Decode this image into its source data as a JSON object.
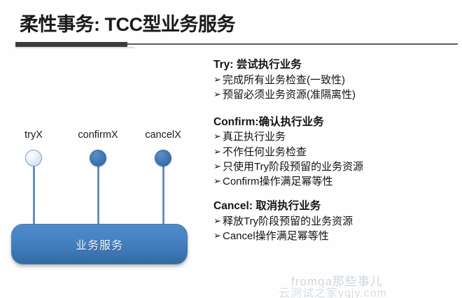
{
  "slide": {
    "title": "柔性事务: TCC型业务服务",
    "background_color": "#fefefe",
    "accent_color": "#3f76b4",
    "rule_color": "#3a3a3a"
  },
  "diagram": {
    "service_box": {
      "label": "业务服务",
      "fill_color": "#4684c4"
    },
    "interfaces": [
      {
        "label": "tryX",
        "style": "hollow",
        "dot_color": "#d8e7f7"
      },
      {
        "label": "confirmX",
        "style": "solid",
        "dot_color": "#3f76b4"
      },
      {
        "label": "cancelX",
        "style": "solid",
        "dot_color": "#3f76b4"
      }
    ]
  },
  "content": {
    "bullet_glyph": "➢",
    "sections": [
      {
        "heading": "Try: 尝试执行业务",
        "items": [
          "完成所有业务检查(一致性)",
          "预留必须业务资源(准隔离性)"
        ]
      },
      {
        "heading": "Confirm:确认执行业务",
        "items": [
          "真正执行业务",
          "不作任何业务检查",
          "只使用Try阶段预留的业务资源",
          "Confirm操作满足幂等性"
        ]
      },
      {
        "heading": "Cancel:  取消执行业务",
        "items": [
          "释放Try阶段预留的业务资源",
          "Cancel操作满足幂等性"
        ]
      }
    ]
  },
  "watermark": {
    "line1": "fromqa那些事儿",
    "line2": "云测试之家yqjy.com"
  }
}
